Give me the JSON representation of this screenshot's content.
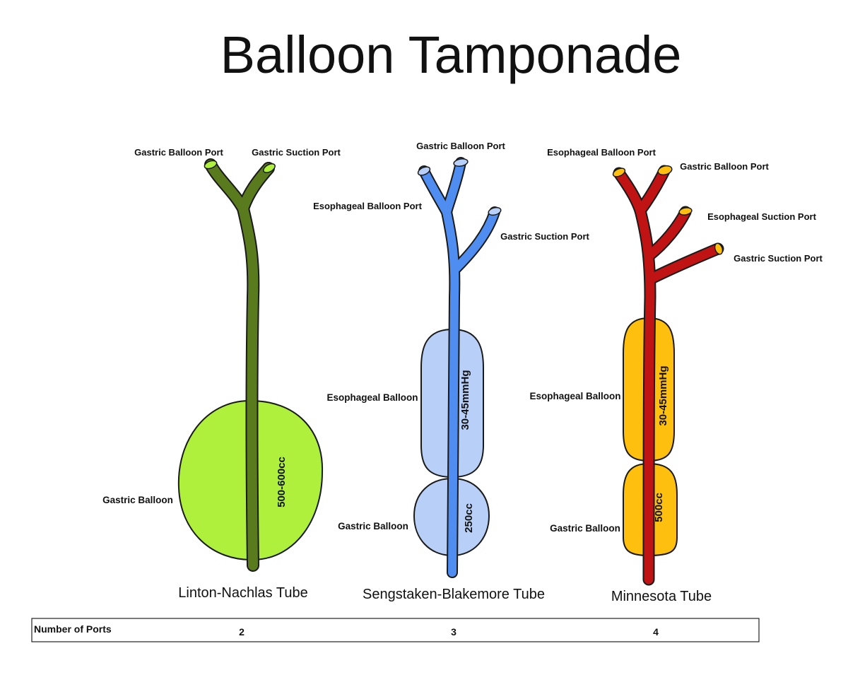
{
  "title": "Balloon Tamponade",
  "tubes": {
    "linton": {
      "name": "Linton-Nachlas Tube",
      "color": "#5a7a1e",
      "balloon_color": "#aef03c",
      "ports": {
        "left": "Gastric Balloon Port",
        "right": "Gastric Suction Port"
      },
      "gastric_balloon": "Gastric Balloon",
      "gastric_volume": "500-600cc",
      "num_ports": "2"
    },
    "sengstaken": {
      "name": "Sengstaken-Blakemore Tube",
      "color": "#4f8ef0",
      "balloon_color": "#b8d0f8",
      "ports": {
        "top": "Gastric Balloon Port",
        "left": "Esophageal Balloon Port",
        "right": "Gastric Suction Port"
      },
      "esophageal_balloon": "Esophageal Balloon",
      "esophageal_pressure": "30-45mmHg",
      "gastric_balloon": "Gastric Balloon",
      "gastric_volume": "250cc",
      "num_ports": "3"
    },
    "minnesota": {
      "name": "Minnesota Tube",
      "color": "#c01414",
      "balloon_color": "#ffbf0e",
      "ports": {
        "top_left": "Esophageal Balloon Port",
        "top_right": "Gastric Balloon Port",
        "mid": "Esophageal Suction Port",
        "low": "Gastric Suction Port"
      },
      "esophageal_balloon": "Esophageal Balloon",
      "esophageal_pressure": "30-45mmHg",
      "gastric_balloon": "Gastric Balloon",
      "gastric_volume": "500cc",
      "num_ports": "4"
    }
  },
  "table": {
    "row_label": "Number of Ports"
  }
}
